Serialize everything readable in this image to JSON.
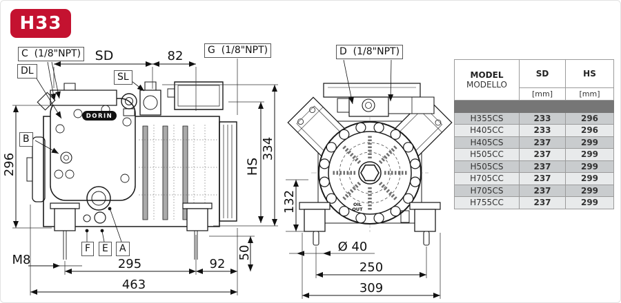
{
  "badge": {
    "label": "H33"
  },
  "port_labels": {
    "c": "C  (1/8\"NPT)",
    "dl": "DL",
    "sl": "SL",
    "g": "G  (1/8\"NPT)",
    "d": "D  (1/8\"NPT)",
    "b": "B",
    "f": "F",
    "e": "E",
    "a": "A"
  },
  "dims": {
    "sd": "SD",
    "d82": "82",
    "v296": "296",
    "m8": "M8",
    "d295": "295",
    "d92": "92",
    "d50": "50",
    "d463": "463",
    "hs": "HS",
    "d334": "334",
    "d132": "132",
    "dia40": "Ø 40",
    "d250": "250",
    "d309": "309"
  },
  "drawing": {
    "brand": "DORIN",
    "oil_out_line1": "OIL",
    "oil_out_line2": "OUT"
  },
  "table": {
    "header": {
      "model_line1": "MODEL",
      "model_line2": "MODELLO",
      "col_sd": "SD",
      "col_hs": "HS",
      "unit": "[mm]"
    },
    "rows": [
      {
        "model": "H355CS",
        "sd": "233",
        "hs": "296"
      },
      {
        "model": "H405CC",
        "sd": "233",
        "hs": "296"
      },
      {
        "model": "H405CS",
        "sd": "237",
        "hs": "299"
      },
      {
        "model": "H505CC",
        "sd": "237",
        "hs": "299"
      },
      {
        "model": "H505CS",
        "sd": "237",
        "hs": "299"
      },
      {
        "model": "H705CC",
        "sd": "237",
        "hs": "299"
      },
      {
        "model": "H705CS",
        "sd": "237",
        "hs": "299"
      },
      {
        "model": "H755CC",
        "sd": "237",
        "hs": "299"
      }
    ]
  },
  "colors": {
    "badge_red": "#c41230",
    "row_dark": "#c9ccce",
    "row_light": "#e8eaeb",
    "table_border": "#9a9a9a",
    "separator": "#767676"
  }
}
